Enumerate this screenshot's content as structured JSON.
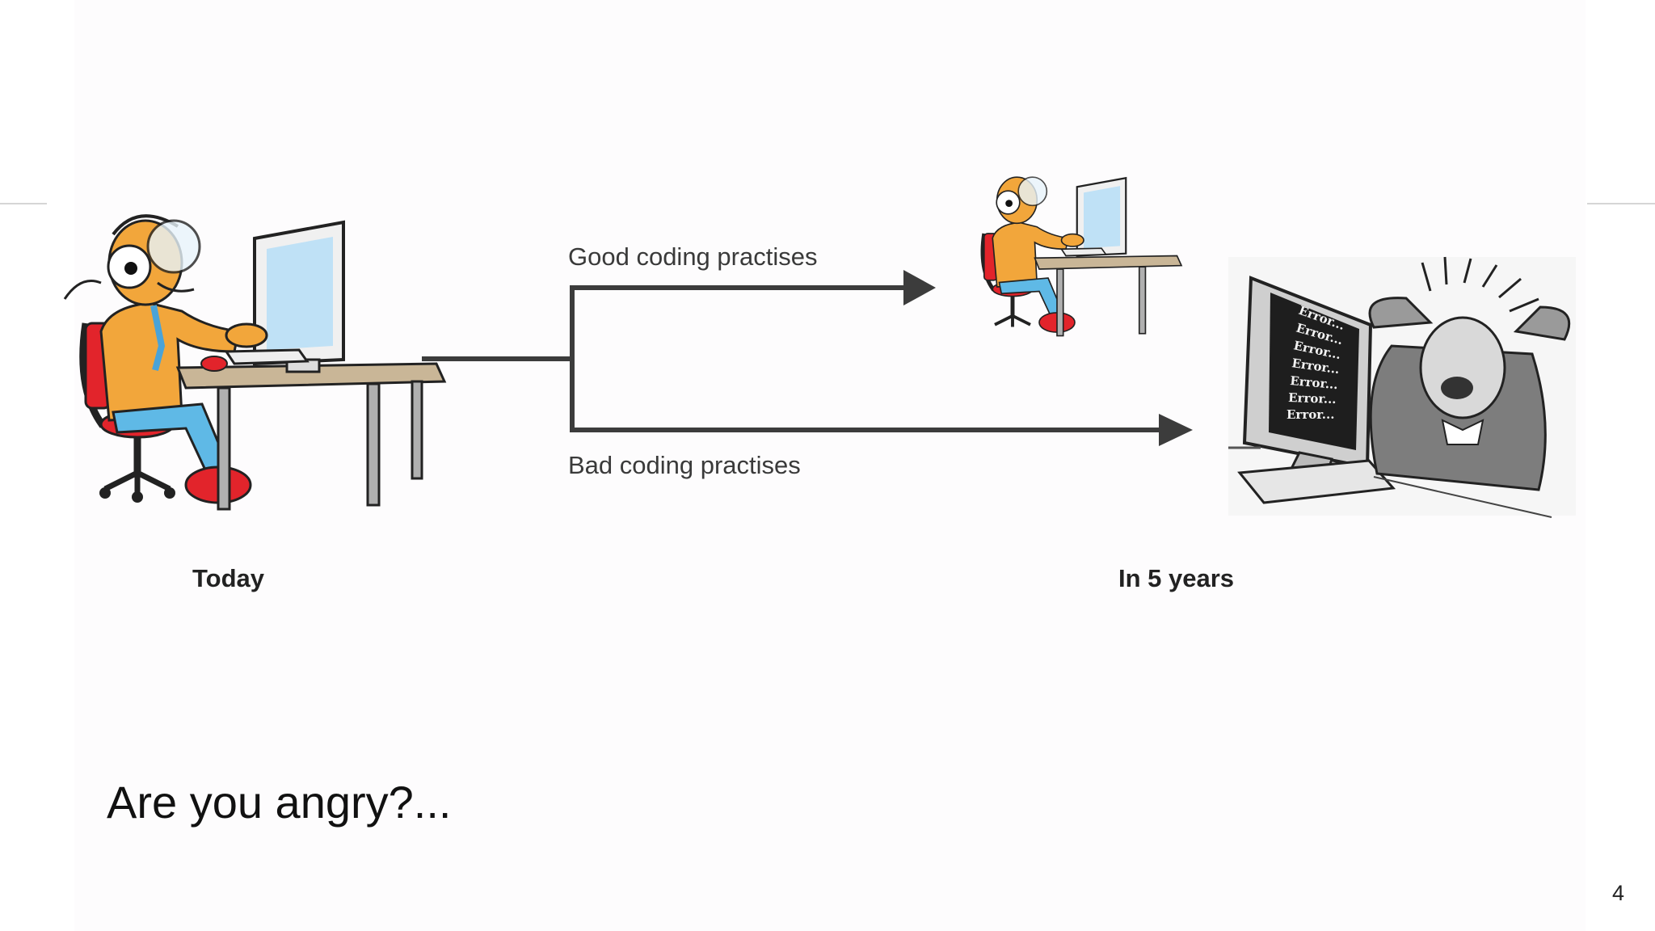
{
  "diagram": {
    "branch_good_label": "Good coding practises",
    "branch_bad_label": "Bad coding practises",
    "caption_today": "Today",
    "caption_future": "In 5 years",
    "error_lines": [
      "Error...",
      "Error...",
      "Error...",
      "Error...",
      "Error...",
      "Error...",
      "Error..."
    ]
  },
  "slide": {
    "question": "Are you angry?...",
    "page_number": "4"
  },
  "colors": {
    "line": "#3c3c3c",
    "shirt": "#f2a63b",
    "chair": "#e2242b",
    "screen": "#bfe1f6",
    "pants": "#5fb9e6"
  }
}
